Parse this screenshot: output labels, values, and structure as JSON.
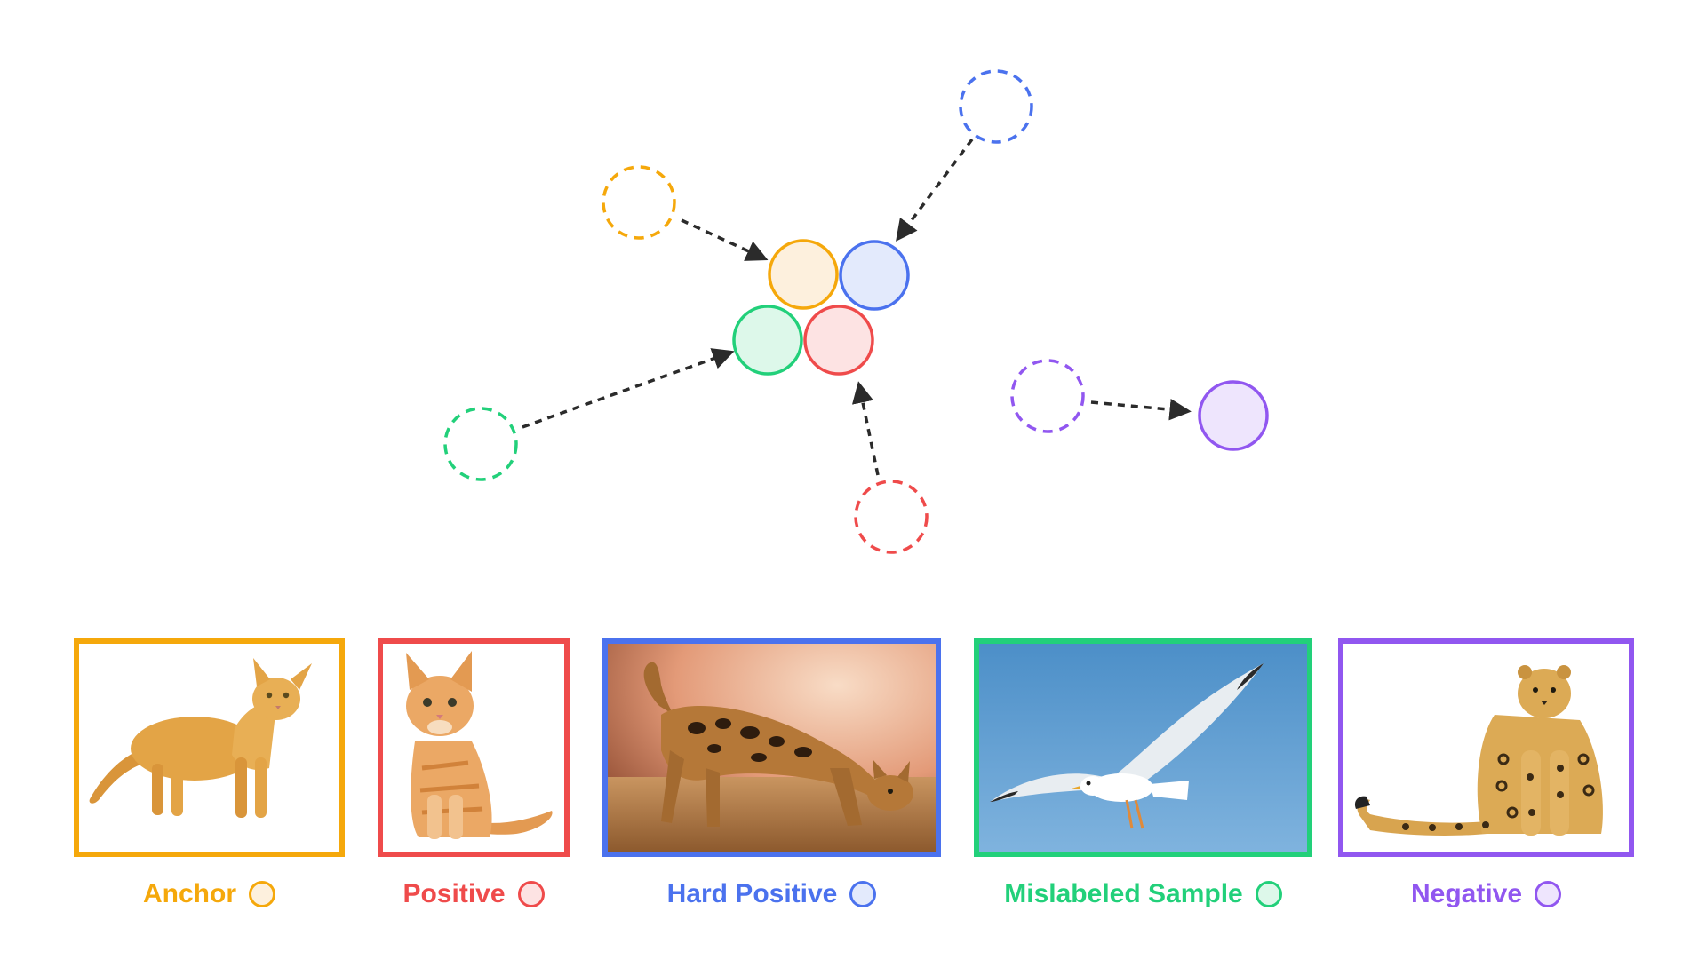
{
  "legend": [
    {
      "id": "anchor",
      "label": "Anchor",
      "stroke": "#F5A80B",
      "fill": "#FDF0DD"
    },
    {
      "id": "positive",
      "label": "Positive",
      "stroke": "#EF4B4B",
      "fill": "#FDE3E3"
    },
    {
      "id": "hard-positive",
      "label": "Hard Positive",
      "stroke": "#4B72EE",
      "fill": "#E3EAFC"
    },
    {
      "id": "mislabeled-sample",
      "label": "Mislabeled Sample",
      "stroke": "#22D07A",
      "fill": "#DDF8EA"
    },
    {
      "id": "negative",
      "label": "Negative",
      "stroke": "#9157F0",
      "fill": "#EEE5FD"
    }
  ],
  "icons": {
    "anchor": "orange-cat-standing-photo",
    "positive": "orange-kitten-sitting-photo",
    "hard-positive": "bengal-cat-stalking-photo",
    "mislabeled-sample": "seagull-flying-photo",
    "negative": "leopard-sitting-photo"
  },
  "colors": {
    "arrow": "#2B2B2B",
    "background": "#FFFFFF"
  }
}
